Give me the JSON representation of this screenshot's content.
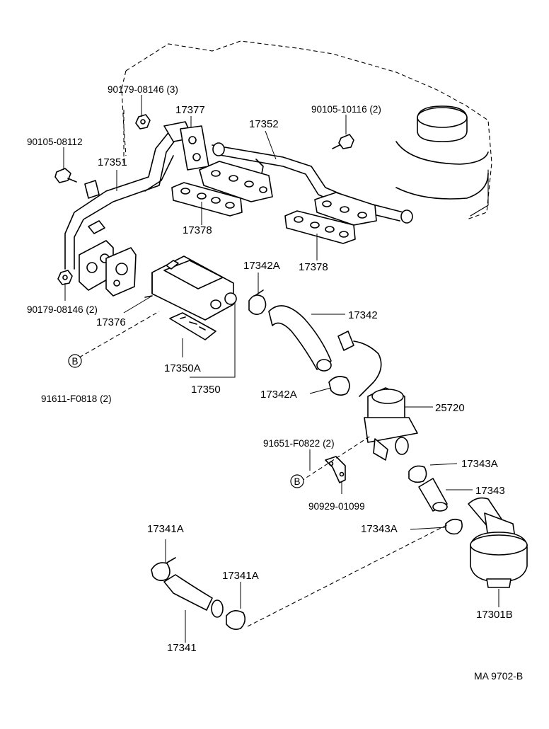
{
  "labels": {
    "p_90179_08146_3": "90179-08146 (3)",
    "p_17377": "17377",
    "p_17352": "17352",
    "p_90105_10116_2": "90105-10116 (2)",
    "p_90105_08112": "90105-08112",
    "p_17351": "17351",
    "p_17378_a": "17378",
    "p_17378_b": "17378",
    "p_17342A_top": "17342A",
    "p_90179_08146_2": "90179-08146 (2)",
    "p_17376": "17376",
    "p_17342": "17342",
    "p_17350A": "17350A",
    "p_17350": "17350",
    "p_91611_F0818_2": "91611-F0818 (2)",
    "p_17342A_bot": "17342A",
    "p_25720": "25720",
    "p_91651_F0822_2": "91651-F0822 (2)",
    "p_17343A_top": "17343A",
    "p_17343": "17343",
    "p_90929_01099": "90929-01099",
    "p_17341A_top": "17341A",
    "p_17343A_bot": "17343A",
    "p_17341A_mid": "17341A",
    "p_17301B": "17301B",
    "p_17341": "17341",
    "ref_b_1": "B",
    "ref_b_2": "B",
    "diagram_code": "MA  9702-B"
  }
}
